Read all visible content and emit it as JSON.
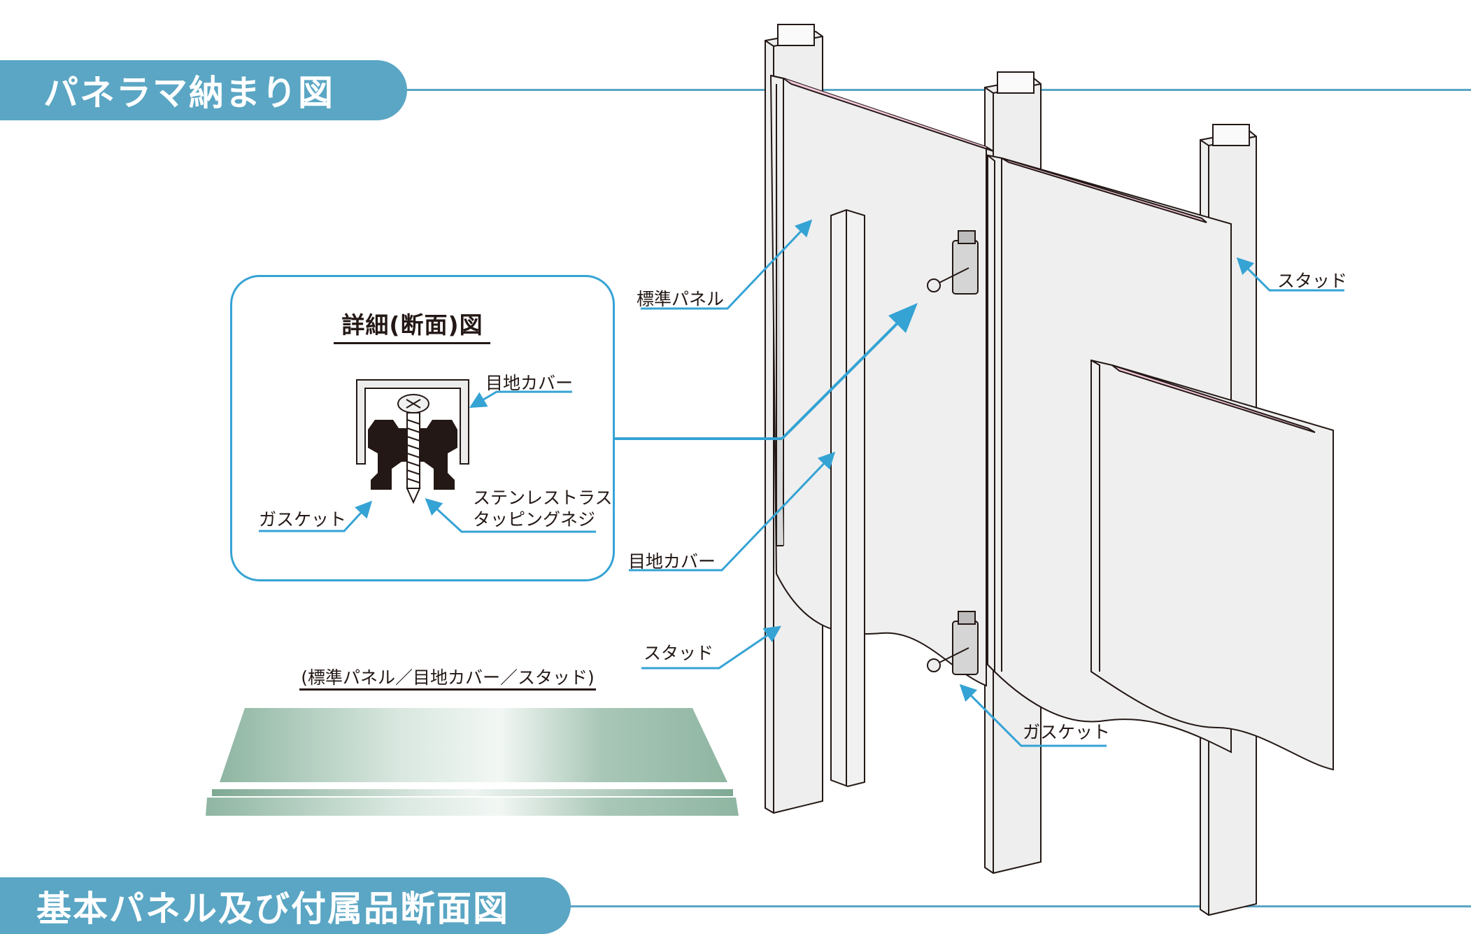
{
  "sections": {
    "top_title": "パネラマ納まり図",
    "bottom_title": "基本パネル及び付属品断面図"
  },
  "detail": {
    "title": "詳細(断面)図",
    "labels": {
      "joint_cover": "目地カバー",
      "gasket": "ガスケット",
      "screw_line1": "ステンレストラス",
      "screw_line2": "タッピングネジ"
    }
  },
  "callouts": {
    "standard_panel": "標準パネル",
    "stud_right": "スタッド",
    "joint_cover": "目地カバー",
    "stud_left": "スタッド",
    "gasket": "ガスケット"
  },
  "sample": {
    "caption": "(標準パネル／目地カバー／スタッド)"
  },
  "colors": {
    "accent": "#5aa6c4",
    "leader": "#35a3d4",
    "panel": "#efefef",
    "panel_edge": "#d2d2d2",
    "foam": "#f3c9dc",
    "sample_green": "#9fbfae",
    "gasket_black": "#231815"
  },
  "icons": [
    "screw-icon",
    "gasket-clip-icon",
    "arrow-icon"
  ]
}
